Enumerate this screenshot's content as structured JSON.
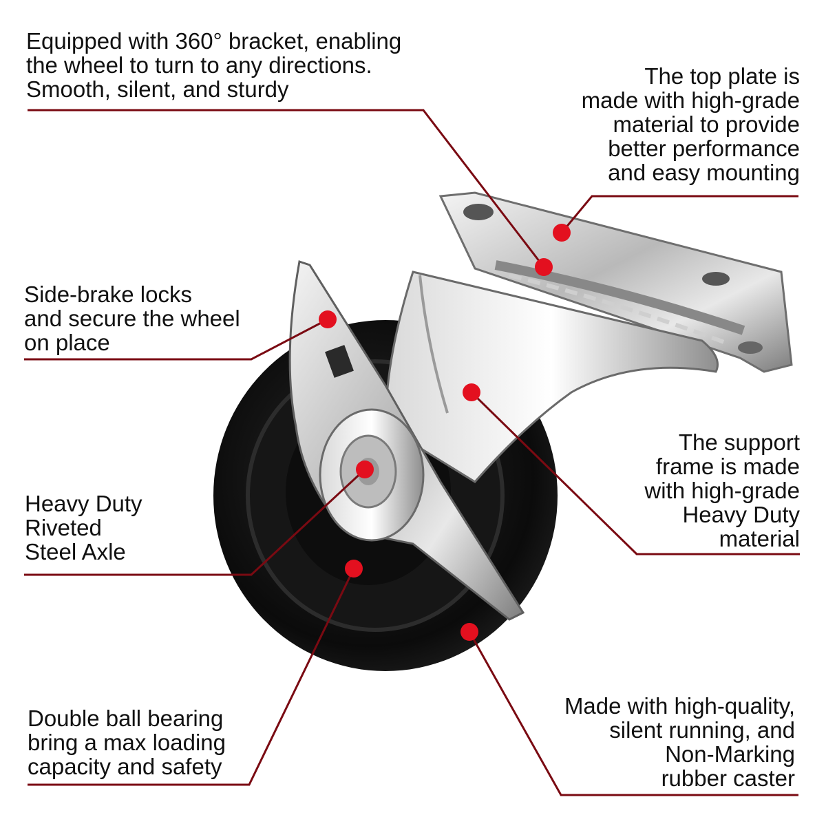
{
  "colors": {
    "background": "#ffffff",
    "leader_line": "#7a0a12",
    "marker": "#e3101f",
    "text": "#111111"
  },
  "callouts": {
    "swivel": "Equipped with 360° bracket, enabling\nthe wheel to turn to any directions.\nSmooth, silent, and sturdy",
    "top_plate": "The top plate is\nmade with high-grade\nmaterial to provide\nbetter performance\nand easy mounting",
    "brake": "Side-brake locks\nand secure the wheel\non place",
    "support_frame": "The support\nframe is made\nwith high-grade\nHeavy Duty\nmaterial",
    "axle": "Heavy Duty\nRiveted\nSteel Axle",
    "bearing": "Double ball bearing\nbring a max loading\ncapacity and safety",
    "rubber": "Made with high-quality,\nsilent running, and\nNon-Marking\nrubber caster"
  }
}
